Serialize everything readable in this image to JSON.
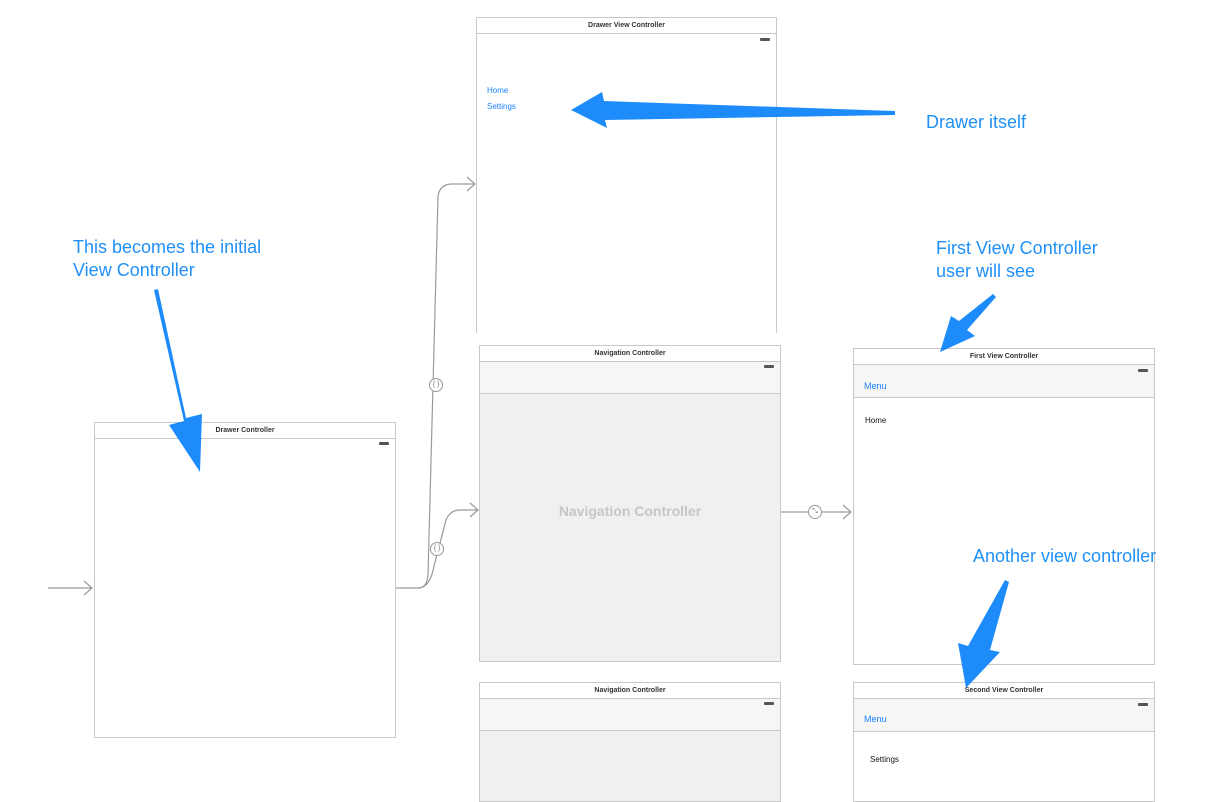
{
  "canvas": {
    "drawer_controller": {
      "title": "Drawer Controller"
    },
    "drawer_view_controller": {
      "title": "Drawer View Controller",
      "menu_items": [
        "Home",
        "Settings"
      ]
    },
    "navigation_controller_1": {
      "title": "Navigation Controller",
      "placeholder": "Navigation Controller"
    },
    "navigation_controller_2": {
      "title": "Navigation Controller"
    },
    "first_view_controller": {
      "title": "First View Controller",
      "bar_button": "Menu",
      "content_label": "Home"
    },
    "second_view_controller": {
      "title": "Second View Controller",
      "bar_button": "Menu",
      "content_label": "Settings"
    }
  },
  "annotations": {
    "initial_vc": [
      "This becomes the initial",
      "View Controller"
    ],
    "drawer_itself": [
      "Drawer itself"
    ],
    "first_vc": [
      "First View Controller",
      "user will see"
    ],
    "another_vc": [
      "Another view controller"
    ]
  },
  "segue_badges": {
    "embed_1": "{ }",
    "embed_2": "{ }",
    "root": "⤡"
  },
  "colors": {
    "annotation": "#2090f8",
    "arrow": "#1e8bfb",
    "link": "#1a82fb",
    "segue_line": "#9a9a9a",
    "nav_placeholder_bg": "#f0f0f0"
  }
}
